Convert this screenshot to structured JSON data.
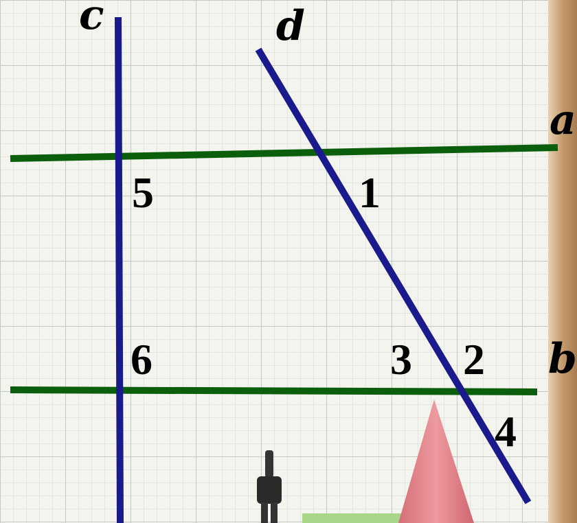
{
  "colors": {
    "paper": "#f4f4ee",
    "grid": "#cfd3cf",
    "wood": "#c9a27a",
    "parallel_line": "#0b5e0b",
    "transversal": "#1a1a8c",
    "cone": "#e07f86",
    "compass": "#333333",
    "green_object": "#a8d68a"
  },
  "lines": {
    "a": "a",
    "b": "b",
    "c": "c",
    "d": "d"
  },
  "angles": {
    "one": "1",
    "two": "2",
    "three": "3",
    "four": "4",
    "five": "5",
    "six": "6"
  }
}
